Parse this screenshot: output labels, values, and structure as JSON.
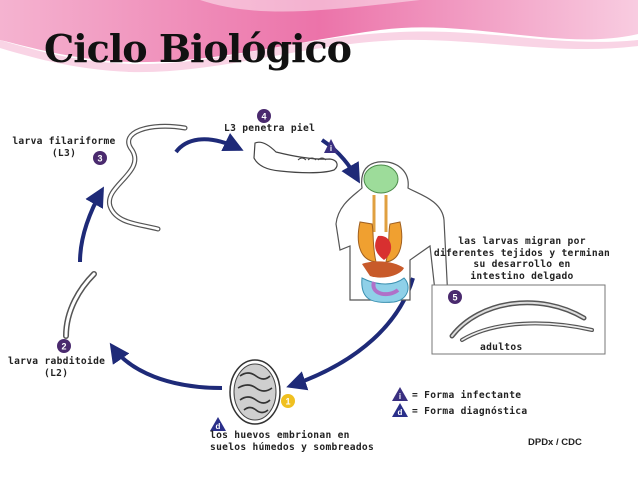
{
  "slide": {
    "title": "Ciclo Biológico"
  },
  "stages": {
    "s4": {
      "number": "4",
      "label": "L3 penetra piel"
    },
    "s3": {
      "number": "3",
      "label_line1": "larva filariforme",
      "label_line2": "(L3)"
    },
    "s2": {
      "number": "2",
      "label_line1": "larva rabditoide",
      "label_line2": "(L2)"
    },
    "s1": {
      "number": "1",
      "label_line1": "los huevos embrionan en",
      "label_line2": "suelos húmedos y sombreados"
    },
    "s5": {
      "number": "5",
      "label_line1": "las larvas migran por",
      "label_line2": "diferentes tejidos y terminan",
      "label_line3": "su desarrollo en",
      "label_line4": "intestino delgado",
      "box_label": "adultos"
    }
  },
  "markers": {
    "infective_letter": "i",
    "diagnostic_letter": "d"
  },
  "legend": {
    "infective": "= Forma infectante",
    "diagnostic": "= Forma diagnóstica"
  },
  "credit": "DPDx / CDC",
  "colors": {
    "arrow": "#1e2a78",
    "stage_circle": "#4a2a6e",
    "banner_pink": "#e85a9a",
    "diagnostic_marker": "#2a2f8a",
    "egg_stage_circle": "#f0c020"
  }
}
